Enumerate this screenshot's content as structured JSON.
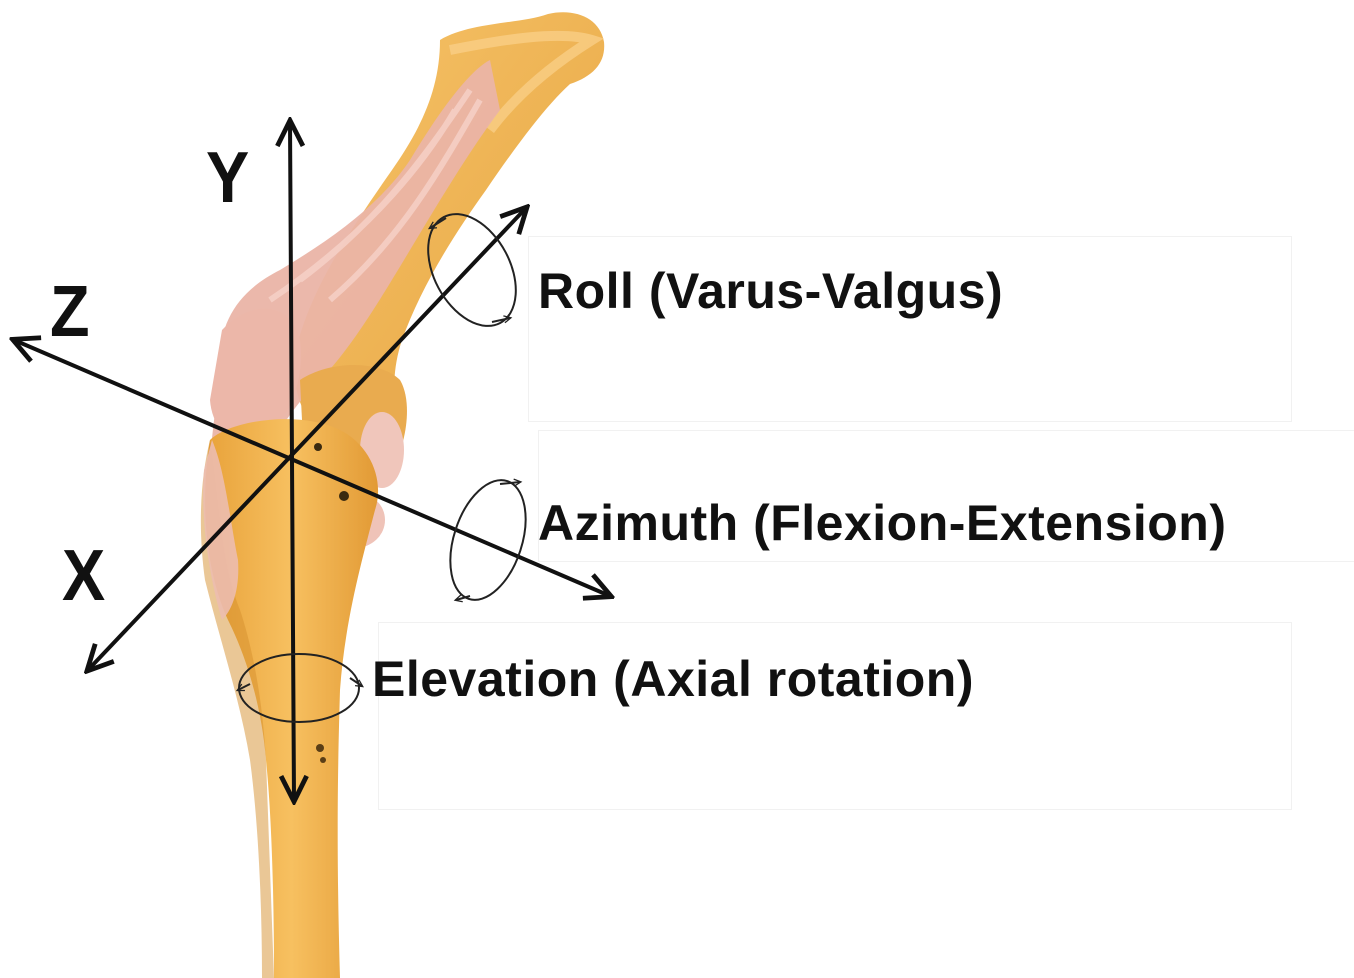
{
  "axes": {
    "y_label": "Y",
    "z_label": "Z",
    "x_label": "X"
  },
  "motions": {
    "roll": "Roll (Varus-Valgus)",
    "azimuth": "Azimuth (Flexion-Extension)",
    "elevation": "Elevation (Axial rotation)"
  },
  "colors": {
    "bone": "#f2b552",
    "bone_shadow": "#d9952c",
    "ligament": "#e8b3a6",
    "ligament_light": "#f3c9bf",
    "axis": "#111111",
    "background": "#ffffff"
  }
}
